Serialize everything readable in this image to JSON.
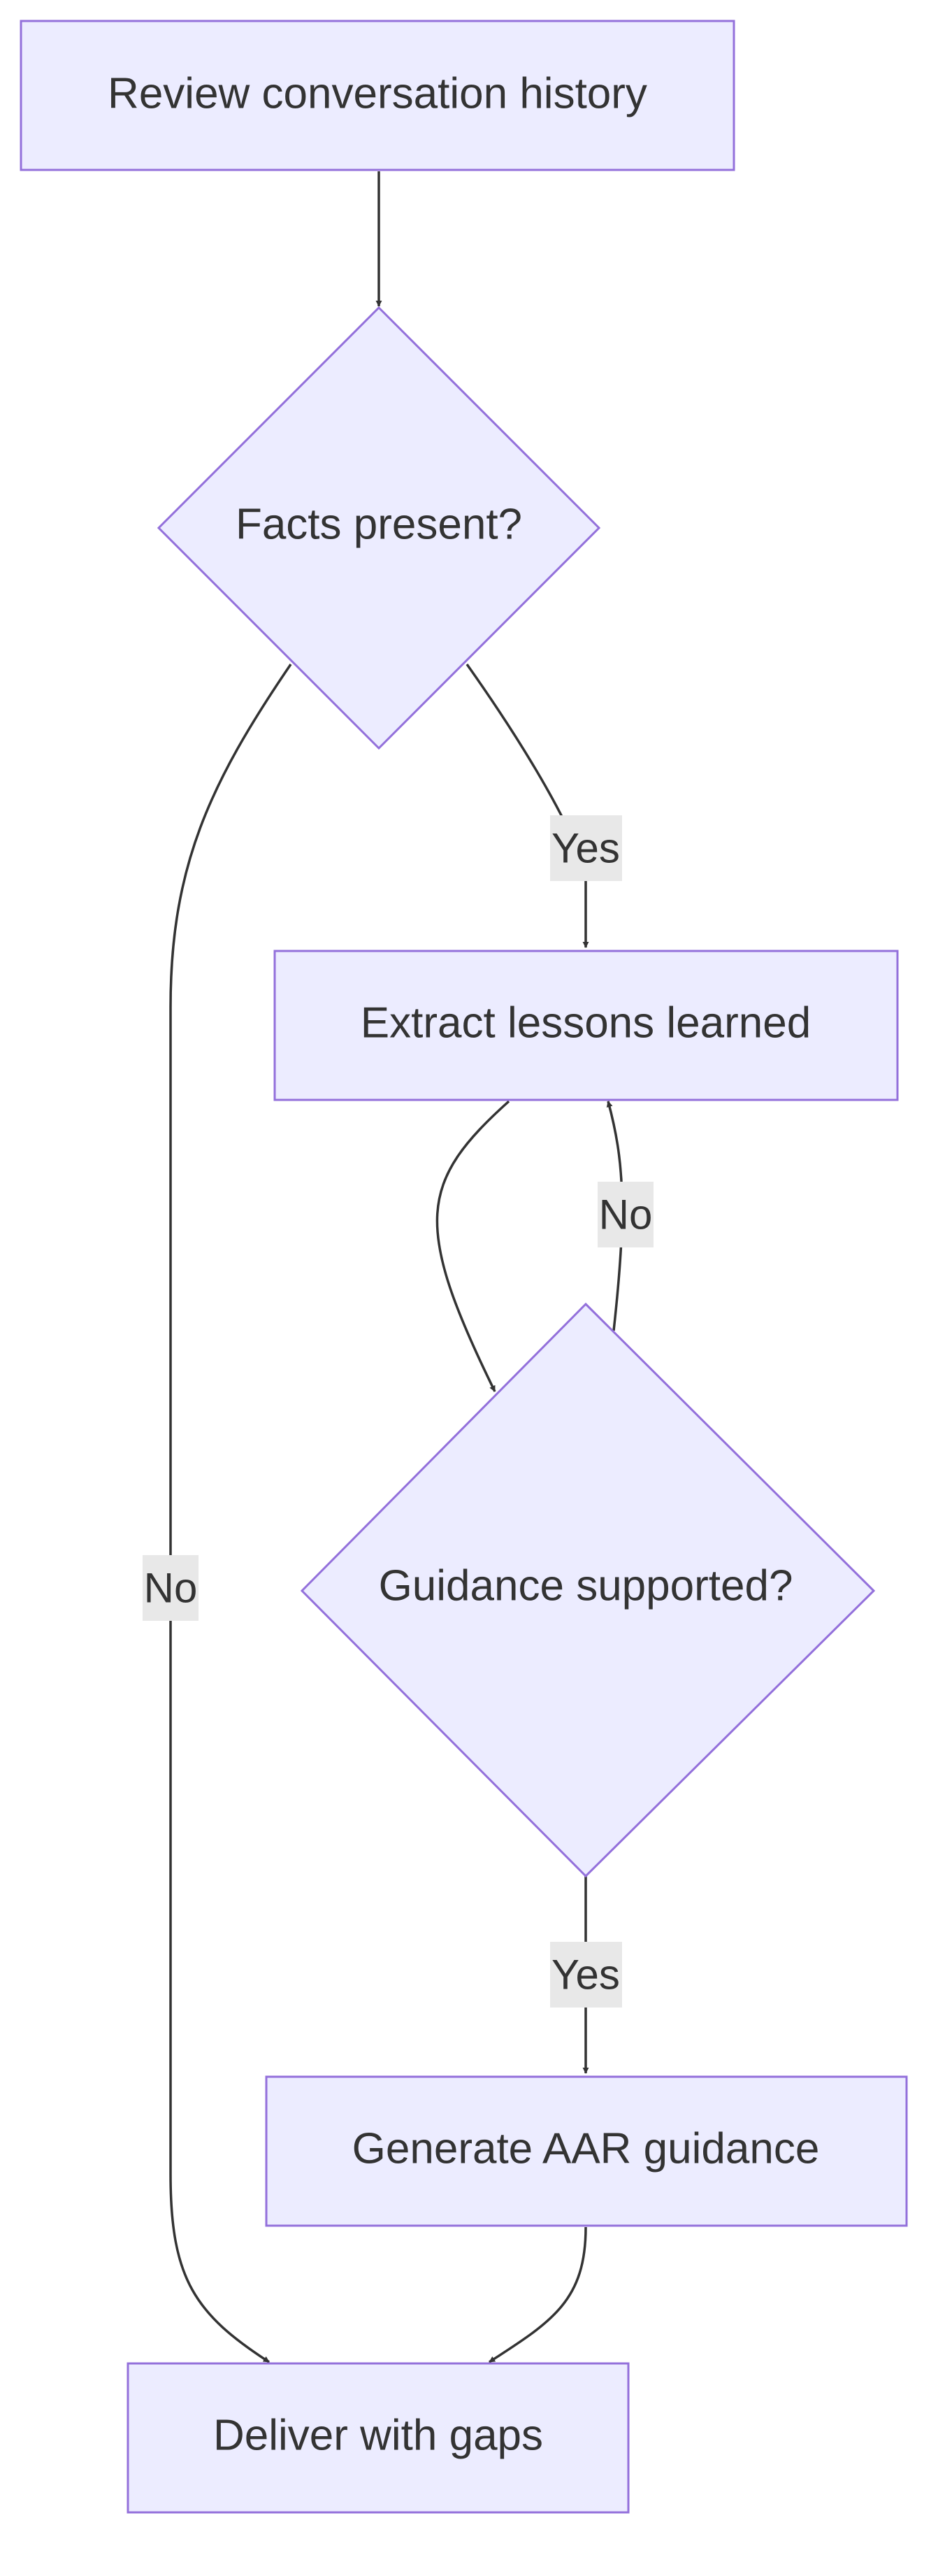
{
  "diagram": {
    "type": "flowchart",
    "direction": "top-down",
    "colors": {
      "node_fill": "#ececff",
      "node_stroke": "#9370db",
      "edge": "#333333",
      "text": "#333333",
      "label_bg": "#e8e8e8"
    },
    "nodes": {
      "review": {
        "label": "Review conversation history",
        "shape": "rect"
      },
      "facts": {
        "label": "Facts present?",
        "shape": "diamond"
      },
      "extract": {
        "label": "Extract lessons learned",
        "shape": "rect"
      },
      "guidance": {
        "label": "Guidance supported?",
        "shape": "diamond"
      },
      "generate": {
        "label": "Generate AAR guidance",
        "shape": "rect"
      },
      "deliver": {
        "label": "Deliver with gaps",
        "shape": "rect"
      }
    },
    "edges": {
      "review_facts": {
        "from": "review",
        "to": "facts",
        "label": ""
      },
      "facts_extract": {
        "from": "facts",
        "to": "extract",
        "label": "Yes"
      },
      "facts_deliver": {
        "from": "facts",
        "to": "deliver",
        "label": "No"
      },
      "extract_guidance": {
        "from": "extract",
        "to": "guidance",
        "label": ""
      },
      "guidance_extract": {
        "from": "guidance",
        "to": "extract",
        "label": "No"
      },
      "guidance_generate": {
        "from": "guidance",
        "to": "generate",
        "label": "Yes"
      },
      "generate_deliver": {
        "from": "generate",
        "to": "deliver",
        "label": ""
      }
    }
  }
}
